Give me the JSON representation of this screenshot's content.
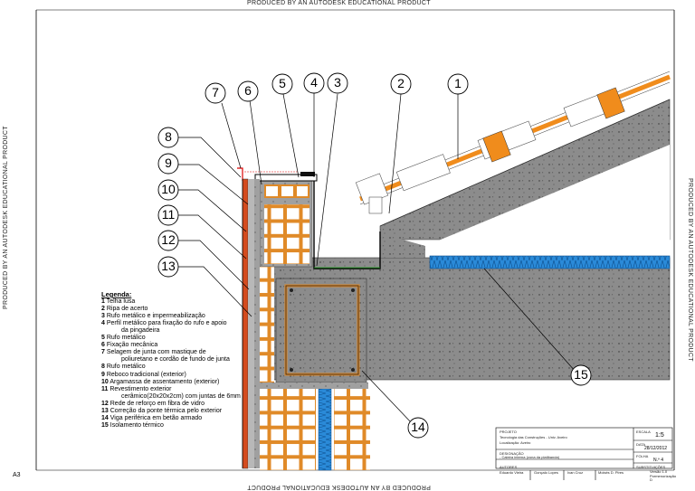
{
  "watermark": "PRODUCED BY AN AUTODESK EDUCATIONAL PRODUCT",
  "page_number": "A3",
  "markers": [
    "1",
    "2",
    "3",
    "4",
    "5",
    "6",
    "7",
    "8",
    "9",
    "10",
    "11",
    "12",
    "13",
    "14",
    "15"
  ],
  "legend": {
    "title": "Legenda:",
    "items": [
      {
        "n": "1",
        "t": "Telha lusa"
      },
      {
        "n": "2",
        "t": "Ripa de acerto"
      },
      {
        "n": "3",
        "t": "Rufo metálico e impermeabilização"
      },
      {
        "n": "4",
        "t": "Perfil metálico para fixação do rufo e apoio",
        "c": "da pingadeira"
      },
      {
        "n": "5",
        "t": "Rufo metálico"
      },
      {
        "n": "6",
        "t": "Fixação mecânica"
      },
      {
        "n": "7",
        "t": "Selagem de junta com mastique de",
        "c": "poliuretano e cordão de fundo de junta"
      },
      {
        "n": "8",
        "t": "Rufo metálico"
      },
      {
        "n": "9",
        "t": "Reboco tradicional (exterior)"
      },
      {
        "n": "10",
        "t": "Argamassa de assentamento (exterior)"
      },
      {
        "n": "11",
        "t": "Revestimento exterior",
        "c": "cerâmico(20x20x2cm) com juntas de 6mm"
      },
      {
        "n": "12",
        "t": "Rede de reforço em fibra de vidro"
      },
      {
        "n": "13",
        "t": "Correção da ponte térmica pelo exterior"
      },
      {
        "n": "14",
        "t": "Viga periférica em betão armado"
      },
      {
        "n": "15",
        "t": "Isolamento térmico"
      }
    ]
  },
  "title_block": {
    "project_label": "PROJETO",
    "project": "Tecnologia das Construções - Univ. Aveiro",
    "location": "Localização: Aveiro",
    "designation_label": "DESIGNAÇÃO",
    "designation": "- Caleira interna (zona da platibanda)",
    "authors_label": "AUTORES",
    "authors": [
      "Eduardo Vieira",
      "Gonçalo Lopes",
      "Ivan Cruz",
      "Moisés D. Pires"
    ],
    "scale_label": "ESCALA",
    "scale": "1:5",
    "date_label": "DATA",
    "date": "28/12/2012",
    "sheet_label": "FOLHA",
    "sheet": "N.º 4",
    "substitutions_label": "SUBSTITUIÇÕES",
    "substitutions": "Versão 1.0 Pormenorização D"
  },
  "colors": {
    "concrete": "#8c8c8c",
    "brick": "#e08a28",
    "tile": "#f08c1c",
    "insulation": "#2a8ad8",
    "ceramic": "#d44b1e",
    "screed": "#b0b0b0"
  }
}
